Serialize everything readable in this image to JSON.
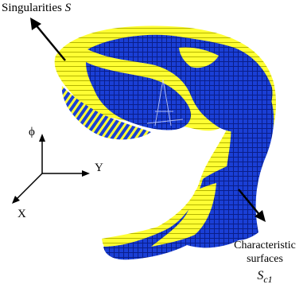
{
  "labels": {
    "singularities": "Singularities ",
    "singularities_symbol": "S",
    "phi": "ϕ",
    "y_axis": "Y",
    "x_axis": "X",
    "characteristic_line1": "Characteristic",
    "characteristic_line2": "surfaces",
    "characteristic_symbol": "S",
    "characteristic_subscript": "c1"
  },
  "colors": {
    "background": "#ffffff",
    "yellow_region": "#ffff33",
    "blue_region": "#1a3fd6",
    "blue_shadow": "#0a1e8a",
    "yellow_shadow": "#b5b500"
  }
}
